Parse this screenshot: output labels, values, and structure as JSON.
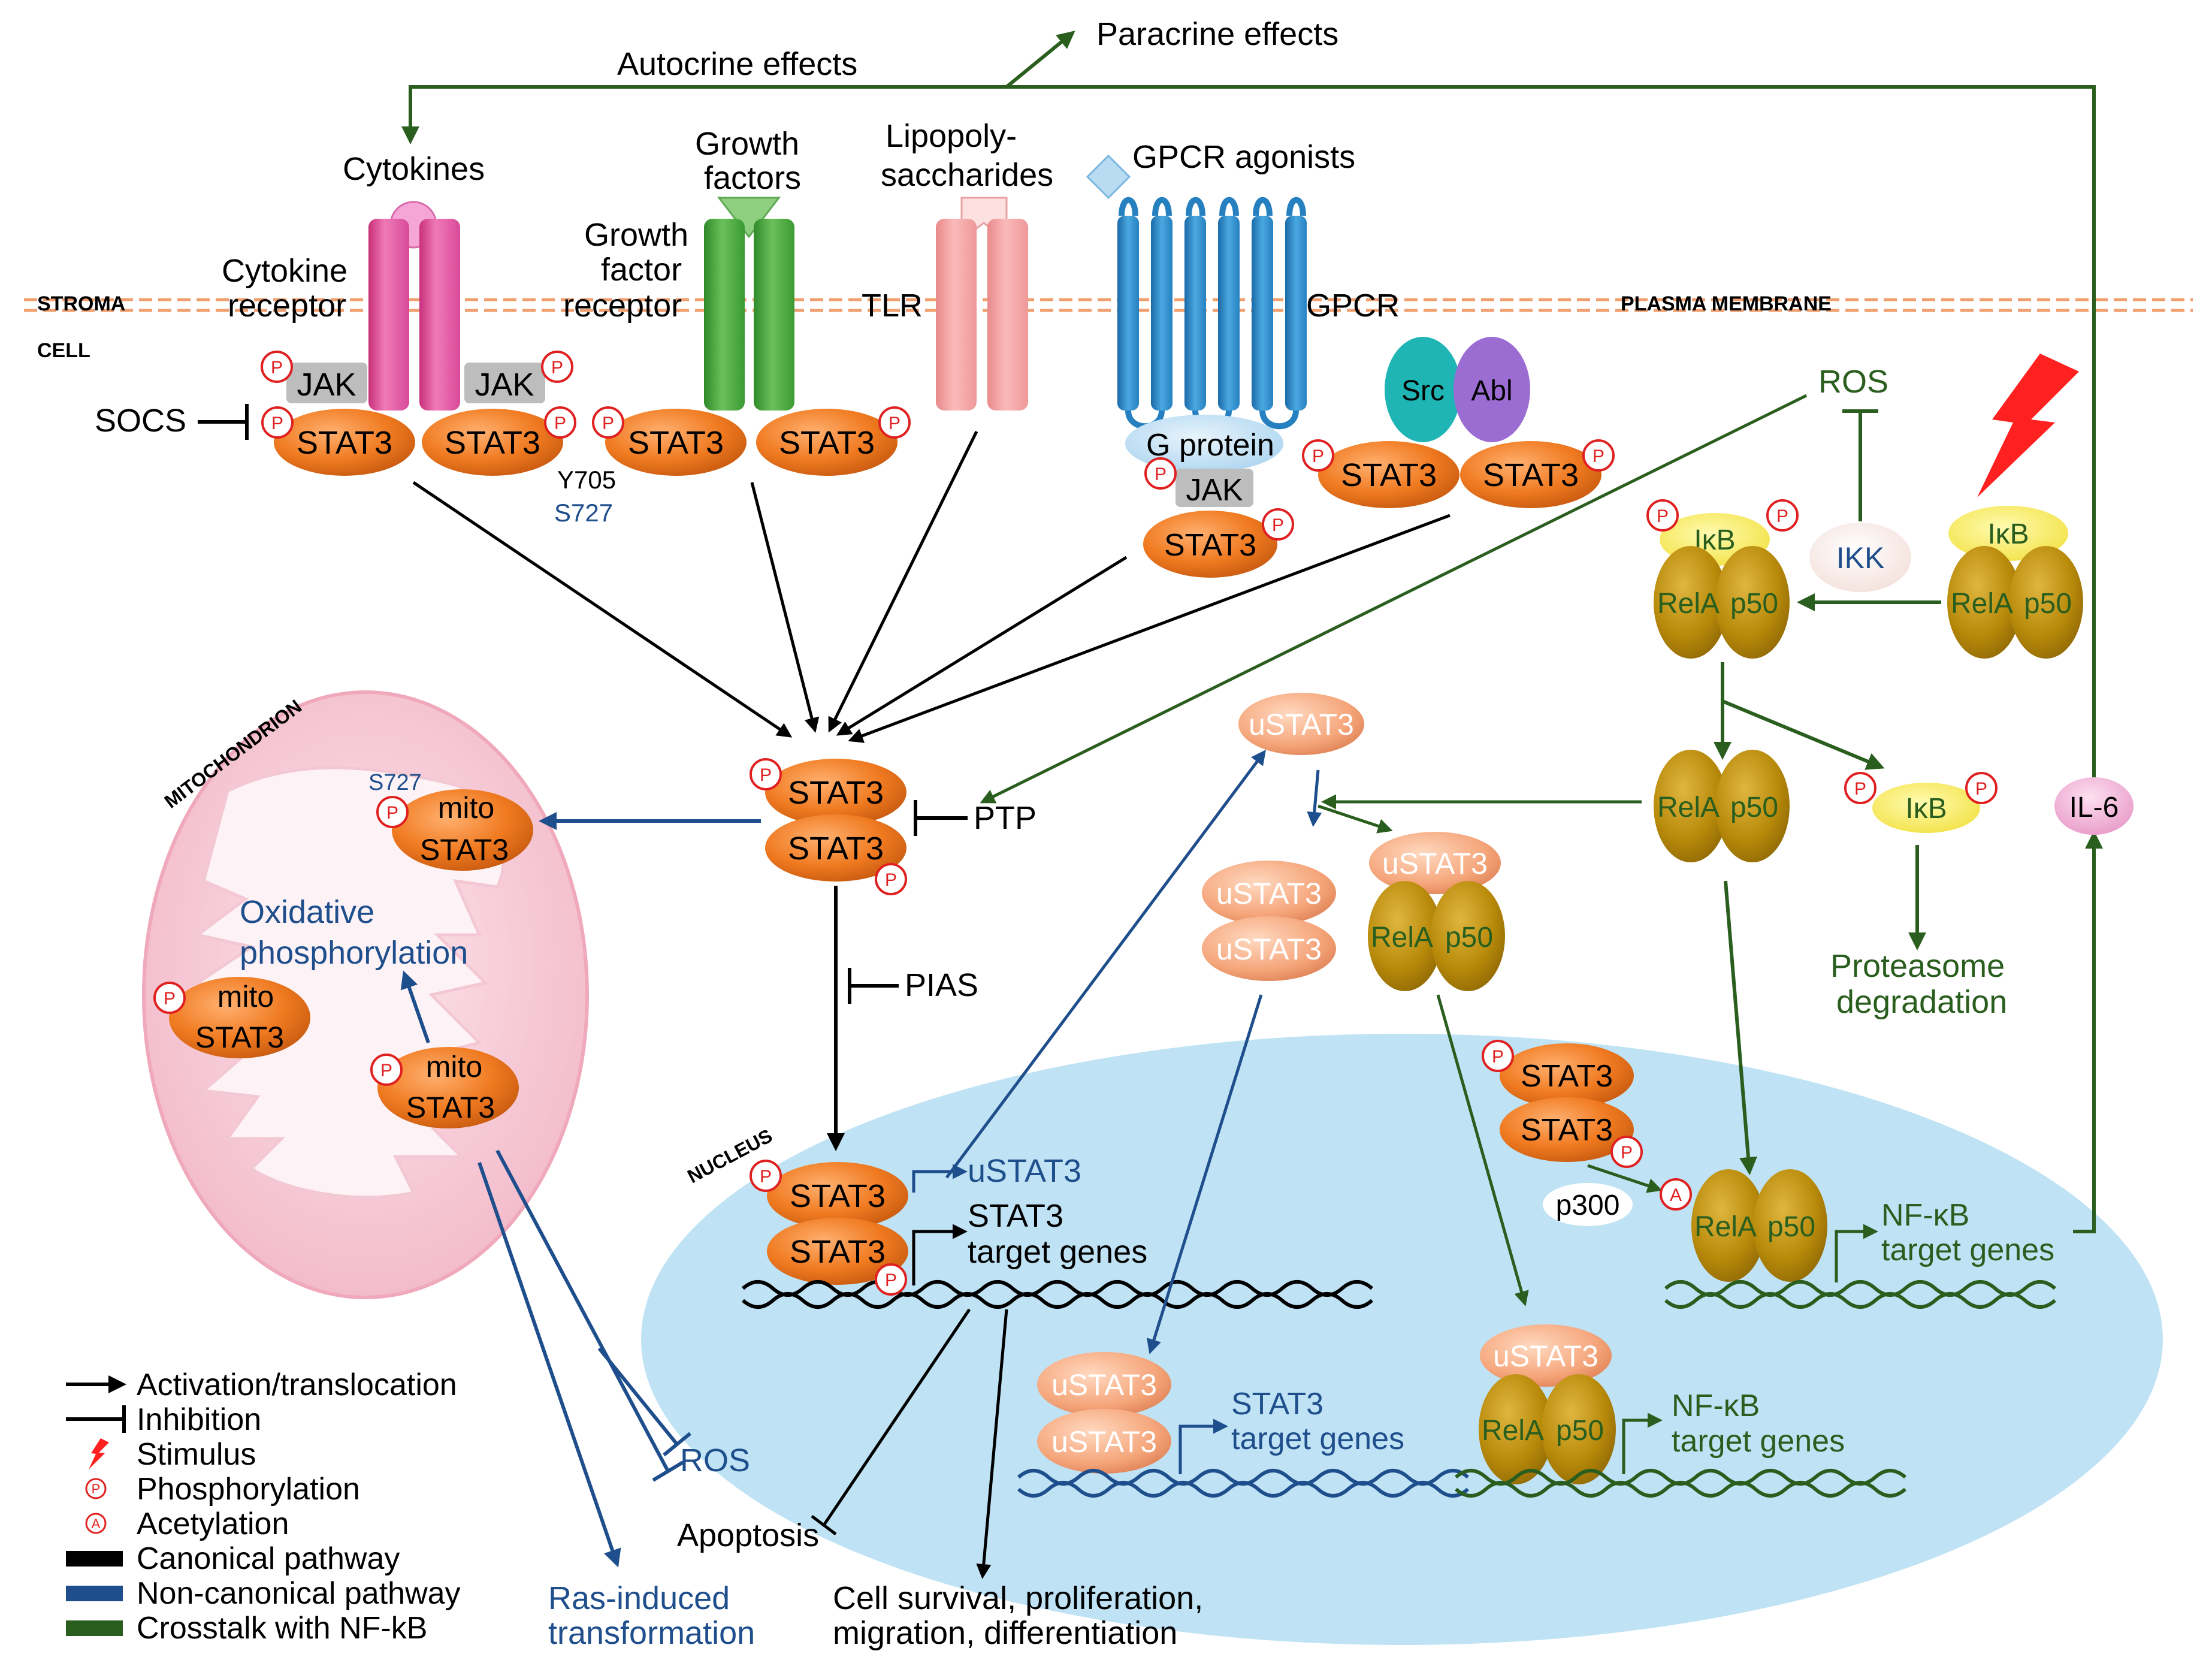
{
  "labels": {
    "paracrine": "Paracrine effects",
    "autocrine": "Autocrine effects",
    "cytokines": "Cytokines",
    "growth_factors_1": "Growth",
    "growth_factors_2": "factors",
    "lps_1": "Lipopoly-",
    "lps_2": "saccharides",
    "gpcr_agonists": "GPCR agonists",
    "cytokine_receptor_1": "Cytokine",
    "cytokine_receptor_2": "receptor",
    "gf_receptor_1": "Growth",
    "gf_receptor_2": "factor",
    "gf_receptor_3": "receptor",
    "tlr": "TLR",
    "gpcr": "GPCR",
    "stroma": "STROMA",
    "cell": "CELL",
    "plasma_membrane": "PLASMA MEMBRANE",
    "jak": "JAK",
    "stat3": "STAT3",
    "socs": "SOCS",
    "y705": "Y705",
    "s727": "S727",
    "g_protein": "G protein",
    "src": "Src",
    "abl": "Abl",
    "ros": "ROS",
    "ikk": "IKK",
    "ikb": "IκB",
    "rela": "RelA",
    "p50": "p50",
    "ptp": "PTP",
    "pias": "PIAS",
    "ustat3": "uSTAT3",
    "il6": "IL-6",
    "proteasome_1": "Proteasome",
    "proteasome_2": "degradation",
    "mitochondrion": "MITOCHONDRION",
    "mito": "mito",
    "oxphos_1": "Oxidative",
    "oxphos_2": "phosphorylation",
    "nucleus": "NUCLEUS",
    "stat3_target_1": "STAT3",
    "stat3_target_2": "target genes",
    "nfkb_target_1": "NF-κB",
    "nfkb_target_2": "target genes",
    "p300": "p300",
    "apoptosis": "Apoptosis",
    "ras_1": "Ras-induced",
    "ras_2": "transformation",
    "survival_1": "Cell survival, proliferation,",
    "survival_2": "migration, differentiation",
    "p": "P",
    "a": "A"
  },
  "legend": [
    {
      "kind": "arrow",
      "label": "Activation/translocation"
    },
    {
      "kind": "inhibition",
      "label": "Inhibition"
    },
    {
      "kind": "stimulus",
      "label": "Stimulus"
    },
    {
      "kind": "phospho",
      "label": "Phosphorylation"
    },
    {
      "kind": "acetyl",
      "label": "Acetylation"
    },
    {
      "kind": "canonical",
      "label": "Canonical pathway",
      "color": "#000000"
    },
    {
      "kind": "noncanonical",
      "label": "Non-canonical pathway",
      "color": "#1f4e8c"
    },
    {
      "kind": "crosstalk",
      "label": "Crosstalk with NF-kB",
      "color": "#2a5e1e"
    }
  ],
  "colors": {
    "canonical": "#000000",
    "noncanonical": "#1f4e8c",
    "crosstalk": "#2a5e1e",
    "stat3": "#f07a20",
    "ustat3": "#f5a57a",
    "rela": "#b88a0a",
    "nucleus": "#bfe3f4",
    "mito": "#f6c9d5",
    "membrane": "#f0a070",
    "phospho": "#e02020"
  }
}
